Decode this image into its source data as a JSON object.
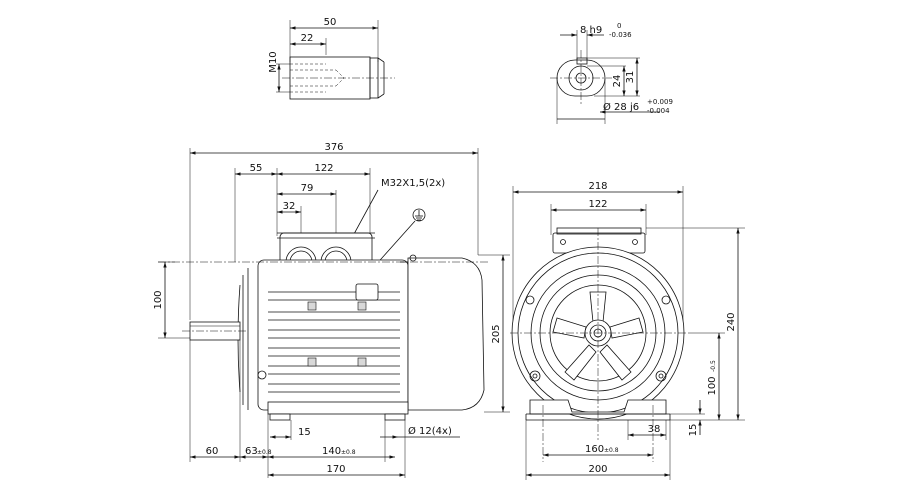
{
  "shaft_detail": {
    "dim_total": "50",
    "dim_thread_depth": "22",
    "thread": "M10"
  },
  "key_detail": {
    "key_width": "8 h9",
    "key_tol_upper": "0",
    "key_tol_lower": "-0.036",
    "dim_24": "24",
    "dim_31": "31",
    "shaft_dia": "Ø 28 j6",
    "dia_tol_upper": "+0.009",
    "dia_tol_lower": "-0.004"
  },
  "side_view": {
    "length_total": "376",
    "dim_55": "55",
    "dim_122": "122",
    "dim_79": "79",
    "dim_32": "32",
    "gland": "M32X1,5(2x)",
    "shaft_height": "100",
    "overall_height": "205",
    "dim_60": "60",
    "dim_63": "63",
    "dim_63_tol": "±0.8",
    "dim_140": "140",
    "dim_140_tol": "±0.8",
    "dim_15": "15",
    "hole_dia": "Ø 12(4x)",
    "dim_170": "170"
  },
  "front_view": {
    "width_total": "218",
    "dim_122": "122",
    "height_total": "240",
    "shaft_height": "100",
    "shaft_height_tol": "-0.5",
    "foot_height": "15",
    "dim_38": "38",
    "dim_160": "160",
    "dim_160_tol": "±0.8",
    "dim_200": "200"
  }
}
